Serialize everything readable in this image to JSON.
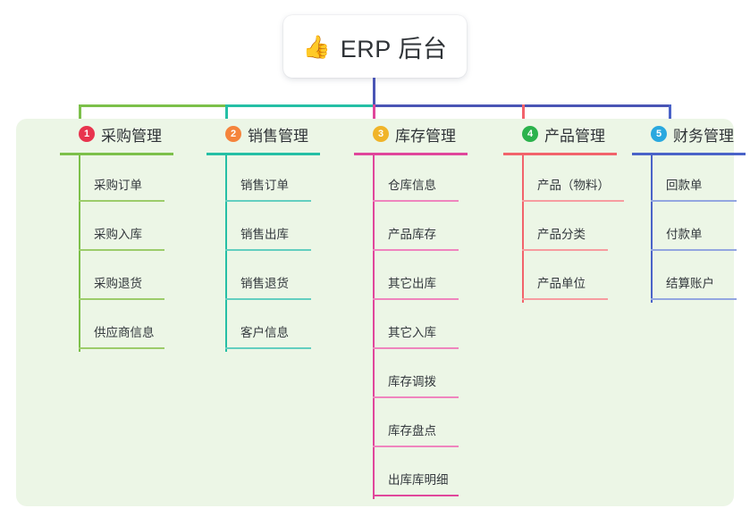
{
  "diagram": {
    "type": "mindmap",
    "root": {
      "icon": "thumbs-up-icon",
      "emoji": "👍",
      "title": "ERP 后台"
    },
    "panel_color": "#ecf6e6",
    "branches": [
      {
        "number": "1",
        "title": "采购管理",
        "color": "#7cc04a",
        "badge_color": "#e8344e",
        "items": [
          "采购订单",
          "采购入库",
          "采购退货",
          "供应商信息"
        ]
      },
      {
        "number": "2",
        "title": "销售管理",
        "color": "#25bfa5",
        "badge_color": "#f5843c",
        "items": [
          "销售订单",
          "销售出库",
          "销售退货",
          "客户信息"
        ]
      },
      {
        "number": "3",
        "title": "库存管理",
        "color": "#e0469b",
        "badge_color": "#f0b429",
        "items": [
          "仓库信息",
          "产品库存",
          "其它出库",
          "其它入库",
          "库存调拨",
          "库存盘点",
          "出库库明细"
        ]
      },
      {
        "number": "4",
        "title": "产品管理",
        "color": "#f2636b",
        "badge_color": "#2bb24c",
        "items": [
          "产品（物料）",
          "产品分类",
          "产品单位"
        ]
      },
      {
        "number": "5",
        "title": "财务管理",
        "color": "#4a63c8",
        "badge_color": "#29a8df",
        "items": [
          "回款单",
          "付款单",
          "结算账户"
        ]
      }
    ],
    "connector_colors": {
      "root_stem": "#4a55b5",
      "segment_1": "#7cc04a",
      "segment_2": "#25bfa5",
      "segment_3": "#4a55b5"
    }
  }
}
